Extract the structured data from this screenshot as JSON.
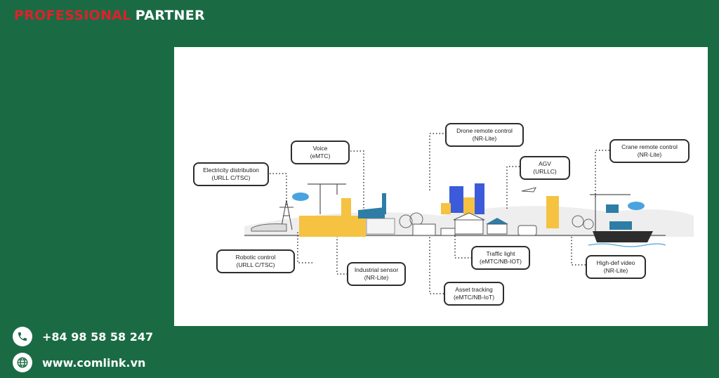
{
  "header": {
    "brand_red": "PROFESSIONAL",
    "brand_white": "PARTNER"
  },
  "diagram": {
    "callouts": [
      {
        "id": "electricity",
        "title": "Electricity distribution",
        "sub": "(URLL C/TSC)"
      },
      {
        "id": "voice",
        "title": "Voice",
        "sub": "(eMTC)"
      },
      {
        "id": "drone",
        "title": "Drone remote control",
        "sub": "(NR-Lite)"
      },
      {
        "id": "agv",
        "title": "AGV",
        "sub": "(URLLC)"
      },
      {
        "id": "crane",
        "title": "Crane remote control",
        "sub": "(NR-Lite)"
      },
      {
        "id": "robotic",
        "title": "Robotic control",
        "sub": "(URLL C/TSC)"
      },
      {
        "id": "industrial",
        "title": "Industrial sensor",
        "sub": "(NR-Lite)"
      },
      {
        "id": "traffic",
        "title": "Traffic light",
        "sub": "(eMTC/NB-IOT)"
      },
      {
        "id": "asset",
        "title": "Asset tracking",
        "sub": "(eMTC/NB-IoT)"
      },
      {
        "id": "hdvideo",
        "title": "High-def video",
        "sub": "(NR-Lite)"
      }
    ],
    "colors": {
      "blue": "#3b5bdb",
      "yellow": "#f5c242",
      "teal": "#2e7da6",
      "sky": "#4aa3df"
    }
  },
  "contact": {
    "phone": "+84 98 58 58 247",
    "website": "www.comlink.vn",
    "phone_icon": "phone-icon",
    "web_icon": "globe-icon"
  }
}
